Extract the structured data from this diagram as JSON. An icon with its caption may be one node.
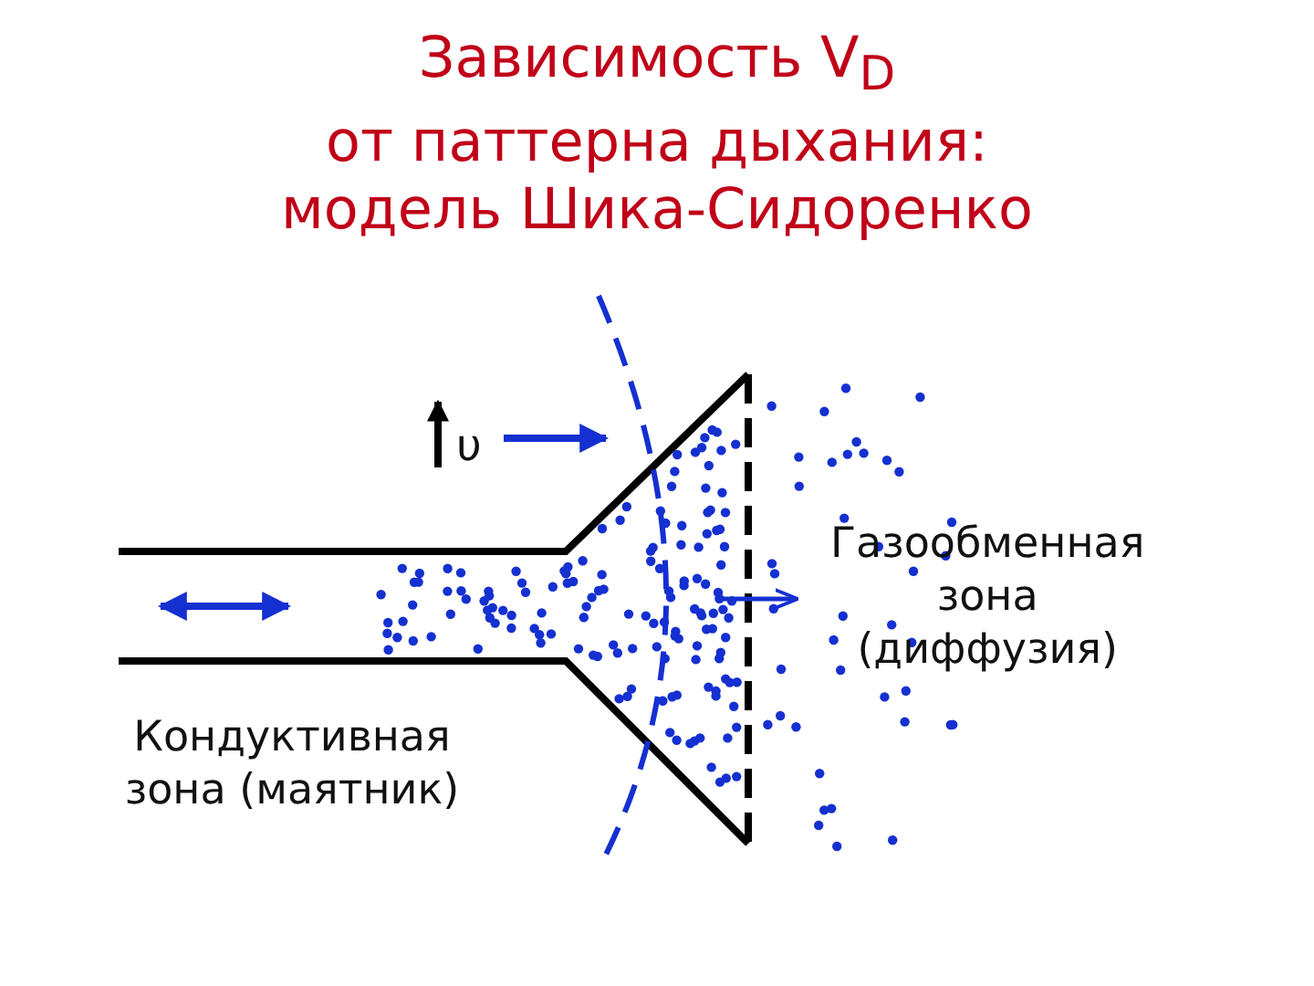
{
  "diagram": {
    "title": "Зависимость V$_{D}$ от паттерна дыхания: модель Шика-Сидоренко",
    "labels": [
      "υ",
      "Газообменная зона (диффузия)",
      "Кондуктивная зона (маятник)"
    ]
  }
}
